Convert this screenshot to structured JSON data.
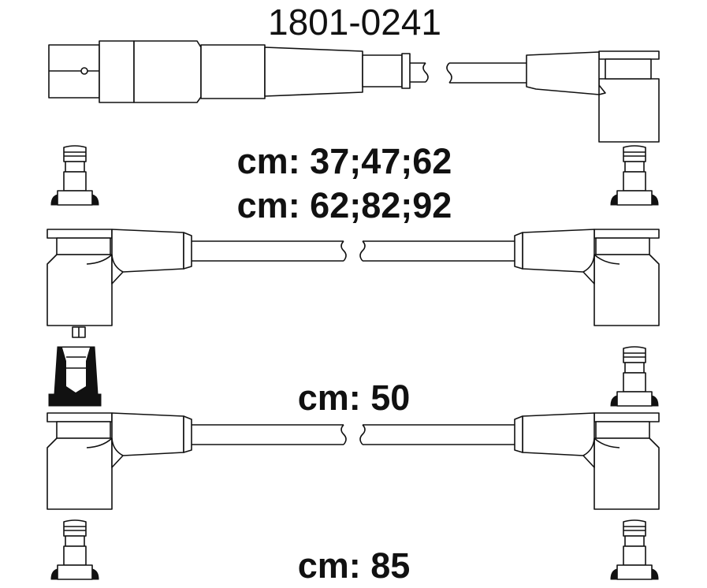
{
  "title": "1801-0241",
  "lengths": [
    {
      "label": "cm: 37;47;62"
    },
    {
      "label": "cm: 62;82;92"
    },
    {
      "label": "cm: 50"
    },
    {
      "label": "cm: 85"
    }
  ]
}
